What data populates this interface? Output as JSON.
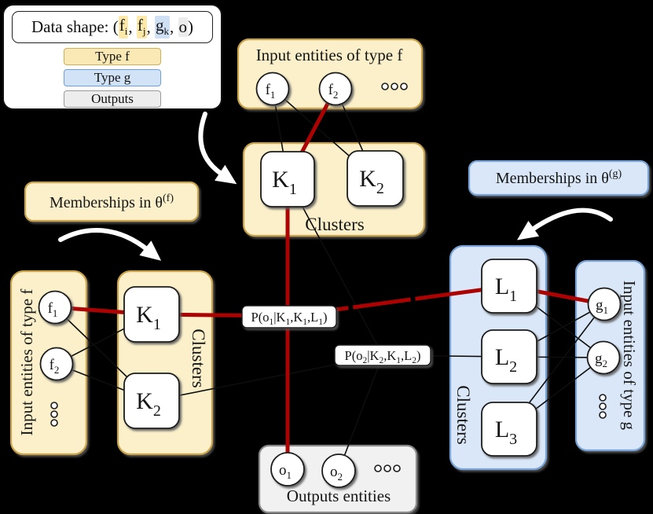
{
  "colors": {
    "background": "#000000",
    "type_f_fill": "#fbf0ca",
    "type_g_fill": "#d9e7f8",
    "outputs_fill": "#f1f1f1",
    "node_fill": "#ffffff",
    "red_line": "#ad0202",
    "highlight_f": "#fce9a9",
    "highlight_g": "#cfe0f5",
    "highlight_o": "#ececec"
  },
  "legend": {
    "shape_prefix": "Data shape: (",
    "f_i_base": "f",
    "f_i_sub": "i",
    "comma1": ", ",
    "f_j_base": "f",
    "f_j_sub": "j",
    "comma2": ", ",
    "g_k_base": "g",
    "g_k_sub": "k",
    "comma3": ", ",
    "o_term": "o",
    "shape_suffix": ")",
    "type_f_label": "Type f",
    "type_g_label": "Type g",
    "outputs_label": "Outputs"
  },
  "boxes": {
    "top_input_f_title": "Input entities of type f",
    "left_input_f_title": "Input entities of type f",
    "right_input_g_title": "Input entities of type g",
    "mid_clusters_label": "Clusters",
    "left_clusters_label": "Clusters",
    "right_clusters_label": "Clusters",
    "outputs_label": "Outputs entities",
    "memberships_f": {
      "text": "Memberships in θ",
      "sup": "(f)"
    },
    "memberships_g": {
      "text": "Memberships in θ",
      "sup": "(g)"
    }
  },
  "nodes": {
    "top_f1": {
      "base": "f",
      "sub": "1"
    },
    "top_f2": {
      "base": "f",
      "sub": "2"
    },
    "left_f1": {
      "base": "f",
      "sub": "1"
    },
    "left_f2": {
      "base": "f",
      "sub": "2"
    },
    "g1": {
      "base": "g",
      "sub": "1"
    },
    "g2": {
      "base": "g",
      "sub": "2"
    },
    "mid_K1": {
      "base": "K",
      "sub": "1"
    },
    "mid_K2": {
      "base": "K",
      "sub": "2"
    },
    "left_K1": {
      "base": "K",
      "sub": "1"
    },
    "left_K2": {
      "base": "K",
      "sub": "2"
    },
    "L1": {
      "base": "L",
      "sub": "1"
    },
    "L2": {
      "base": "L",
      "sub": "2"
    },
    "L3": {
      "base": "L",
      "sub": "3"
    },
    "o1": {
      "base": "o",
      "sub": "1"
    },
    "o2": {
      "base": "o",
      "sub": "2"
    }
  },
  "prob_labels": {
    "p1": {
      "t0": "P(o",
      "s0": "1",
      "t1": "|K",
      "s1": "1",
      "t2": ",K",
      "s2": "1",
      "t3": ",L",
      "s3": "1",
      "t4": ")"
    },
    "p2": {
      "t0": "P(o",
      "s0": "2",
      "t1": "|K",
      "s1": "2",
      "t2": ",K",
      "s2": "1",
      "t3": ",L",
      "s3": "2",
      "t4": ")"
    }
  }
}
